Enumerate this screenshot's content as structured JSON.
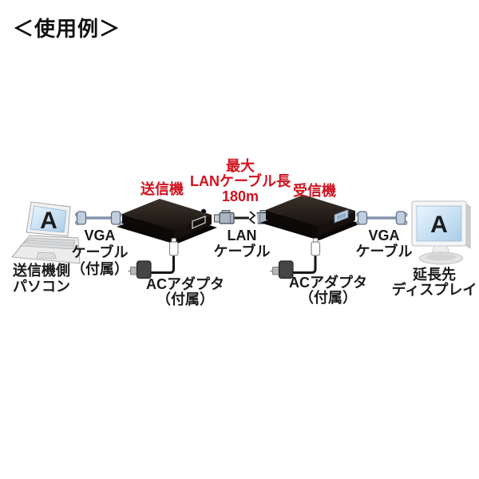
{
  "title": "＜使用例＞",
  "palette": {
    "accent_red": "#d0121f",
    "text_black": "#1a1a1a",
    "device_black": "#14100c",
    "screen_blue_light": "#e9f4fc",
    "screen_blue": "#a9cde9",
    "vga_connector_blue": "#c3cedd",
    "cable_gray": "#8494ac",
    "lan_connector_gray": "#a9b5c0"
  },
  "nodes": {
    "sender_pc": {
      "caption_lines": [
        "送信機側",
        "パソコン"
      ],
      "screen_letter": "A"
    },
    "transmitter": {
      "caption": "送信機"
    },
    "receiver": {
      "caption": "受信機"
    },
    "display": {
      "caption_lines": [
        "延長先",
        "ディスプレイ"
      ],
      "screen_letter": "A"
    }
  },
  "cables": {
    "vga_left": {
      "caption_lines": [
        "VGA",
        "ケーブル",
        "（付属）"
      ]
    },
    "lan": {
      "caption_lines": [
        "LAN",
        "ケーブル"
      ],
      "max_length_note_lines": [
        "最大",
        "LANケーブル長",
        "180m"
      ]
    },
    "vga_right": {
      "caption_lines": [
        "VGA",
        "ケーブル"
      ]
    }
  },
  "ac_adapters": {
    "left": {
      "caption_lines": [
        "ACアダプタ",
        "（付属）"
      ]
    },
    "right": {
      "caption_lines": [
        "ACアダプタ",
        "（付属）"
      ]
    }
  }
}
